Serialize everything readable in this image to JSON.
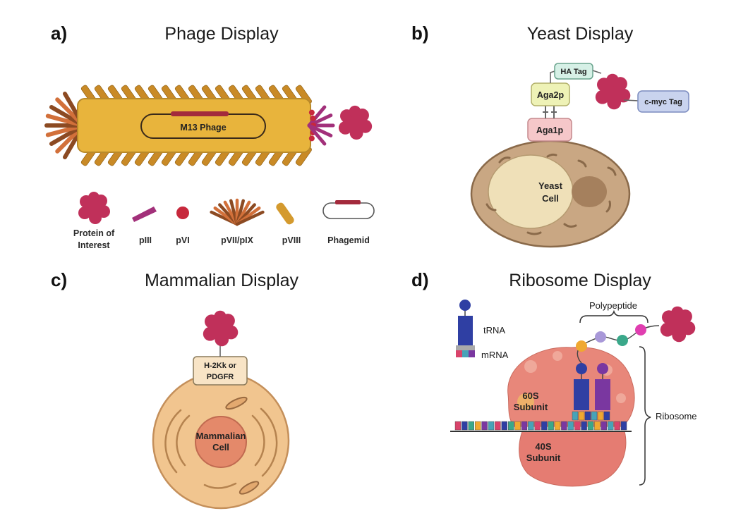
{
  "colors": {
    "protein": "#c0305a",
    "phage_body": "#e8b43c",
    "phage_rod": "#c98a26",
    "pVII_rod": "#b05a2a",
    "pIII": "#a2307a",
    "phagemid_band": "#a32a3c",
    "yeast_cytoplasm": "#c9a783",
    "mammalian_cytoplasm": "#f1c58f",
    "ribosome": "#e8877a",
    "tRNA_blue": "#2f3fa3",
    "tRNA_purple": "#7a37a0"
  },
  "panels": {
    "a": {
      "letter": "a)",
      "title": "Phage Display",
      "phage_label": "M13 Phage",
      "legend": {
        "protein": "Protein of Interest",
        "piii": "pIII",
        "pvi": "pVI",
        "pvii_pix": "pVII/pIX",
        "pviii": "pVIII",
        "phagemid": "Phagemid"
      }
    },
    "b": {
      "letter": "b)",
      "title": "Yeast Display",
      "ha_tag": "HA Tag",
      "aga2p": "Aga2p",
      "aga1p": "Aga1p",
      "cmyc_tag": "c-myc Tag",
      "cell_label_1": "Yeast",
      "cell_label_2": "Cell"
    },
    "c": {
      "letter": "c)",
      "title": "Mammalian Display",
      "anchor_1": "H-2Kk or",
      "anchor_2": "PDGFR",
      "cell_label_1": "Mammalian",
      "cell_label_2": "Cell"
    },
    "d": {
      "letter": "d)",
      "title": "Ribosome Display",
      "trna": "tRNA",
      "mrna": "mRNA",
      "polypeptide": "Polypeptide",
      "ribosome": "Ribosome",
      "s60_1": "60S",
      "s60_2": "Subunit",
      "s40_1": "40S",
      "s40_2": "Subunit"
    }
  }
}
